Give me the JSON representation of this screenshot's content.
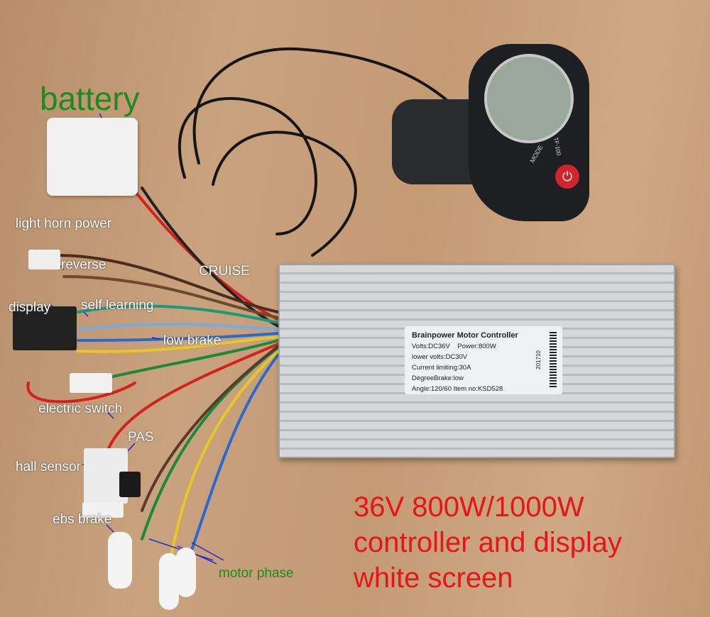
{
  "labels": {
    "battery": "battery",
    "light_horn_power": "light horn power",
    "reverse": "reverse",
    "display": "display",
    "self_learning": "self learning",
    "cruise": "CRUISE",
    "low_brake": "low brake",
    "electric_switch": "electric switch",
    "pas": "PAS",
    "hall_sensor": "hall sensor",
    "ebs_brake": "ebs brake",
    "motor_phase": "motor phase"
  },
  "headline": [
    "36V 800W/1000W",
    "controller and display",
    "white screen"
  ],
  "controller_sticker": {
    "title": "Brainpower Motor Controller",
    "line1": "Volts:DC36V    Power:800W",
    "line2": "lower volts:DC30V",
    "line3": "Current limiting:30A",
    "line4": "DegreeBrake:low",
    "line5": "Angle:120/60  Item no:KSD528",
    "serial": "201710"
  },
  "display_unit": {
    "model": "TF-100",
    "mode_button": "MODE",
    "power_icon": "power-icon"
  },
  "colors": {
    "battery_label": "#1f8a1f",
    "headline": "#e8141b",
    "motor_phase": "#1f8a1f",
    "arrows": "#1a2bd6"
  }
}
